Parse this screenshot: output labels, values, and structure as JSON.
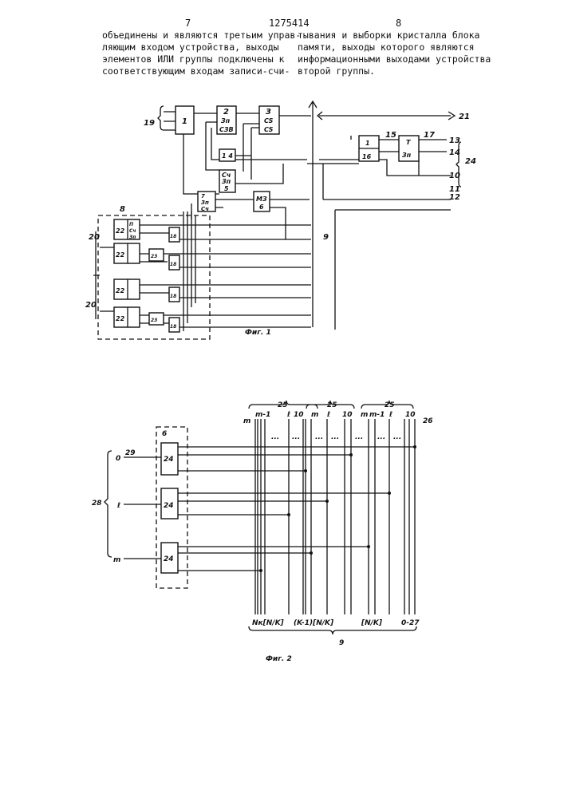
{
  "header": {
    "page_left": "7",
    "patent_number": "1275414",
    "page_right": "8"
  },
  "text": {
    "left_column": "объединены и являются третьим управ-\nляющим входом устройства, выходы\nэлементов ИЛИ группы подключены к\nсоответствующим входам записи-счи-",
    "right_column": "тывания и выборки кристалла блока\nпамяти, выходы которого являются\nинформационными выходами устройства\nвторой группы."
  },
  "fig1": {
    "caption": "Фиг. 1",
    "blocks": {
      "b1": "1",
      "b2": [
        "2",
        "Зп",
        "СЗВ"
      ],
      "b3": [
        "3",
        "CS",
        "CS"
      ],
      "b4": "1 4",
      "b5": [
        "Сч",
        "Зп",
        "5"
      ],
      "b6": [
        "МЗ",
        "6"
      ],
      "b7": [
        "7",
        "Зп",
        "Сч"
      ],
      "b15": "1",
      "b16": "16",
      "b17": [
        "T",
        "Зп"
      ],
      "b22": "22",
      "b18": "18",
      "b23": "23",
      "cell": [
        "П",
        "Сч",
        "Зп"
      ]
    },
    "labels": {
      "l19": "19",
      "l21": "21",
      "l15": "15",
      "l17": "17",
      "l13": "13",
      "l14": "14",
      "l24": "24",
      "l10": "10",
      "l11": "11",
      "l12": "12",
      "l8": "8",
      "l9": "9",
      "l20a": "20",
      "l20b": "20"
    }
  },
  "fig2": {
    "caption": "Фиг. 2",
    "block_6": "6",
    "block_24": "24",
    "inputs": {
      "l29": "29",
      "l0": "0",
      "ll": "ℓ",
      "lm": "m",
      "l28": "28"
    },
    "top": {
      "g25": "25",
      "m": "m",
      "m1": "m-1",
      "l": "ℓ",
      "t10": "10",
      "l26": "26",
      "dots": "..."
    },
    "bottom": {
      "b1": "Nк[N/K]",
      "b2": "(K-1)[N/K]",
      "b3": "[N/K]",
      "b4": "0-27",
      "l9": "9"
    }
  }
}
